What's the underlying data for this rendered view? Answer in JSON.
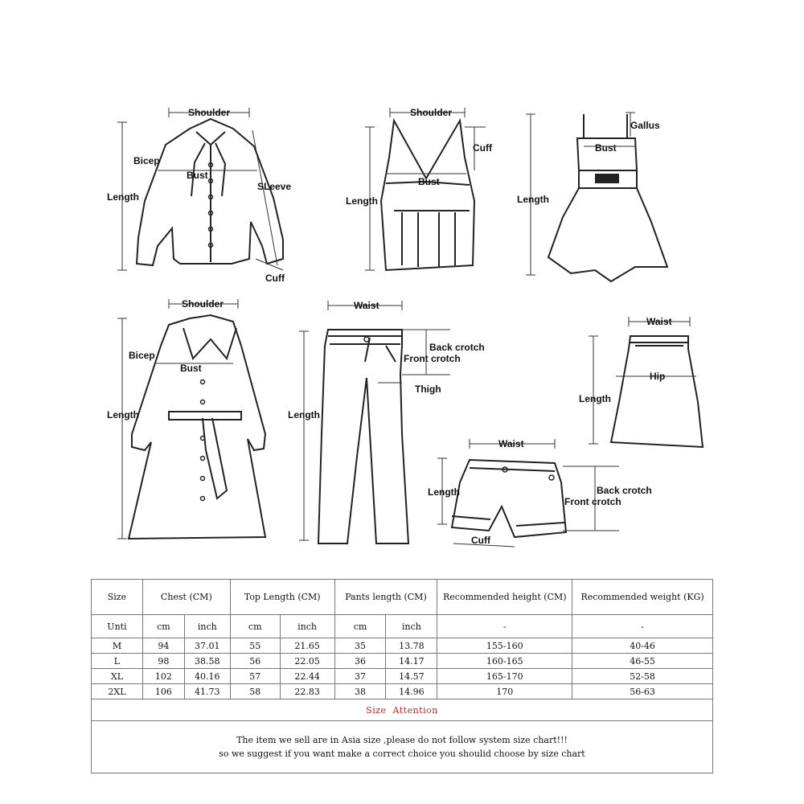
{
  "diagram_labels": {
    "shirt": {
      "shoulder": "Shoulder",
      "bicep": "Bicep",
      "bust": "Bust",
      "length": "Length",
      "sleeve": "SLeeve",
      "cuff": "Cuff"
    },
    "vest": {
      "shoulder": "Shoulder",
      "cuff": "Cuff",
      "bust": "Bust",
      "length": "Length"
    },
    "dress": {
      "gallus": "Gallus",
      "bust": "Bust",
      "length": "Length"
    },
    "coat": {
      "shoulder": "Shoulder",
      "bicep": "Bicep",
      "bust": "Bust",
      "length": "Length"
    },
    "pants": {
      "waist": "Waist",
      "back_crotch": "Back crotch",
      "front_crotch": "Front crotch",
      "thigh": "Thigh",
      "length": "Length"
    },
    "skirt": {
      "waist": "Waist",
      "hip": "Hip",
      "length": "Length"
    },
    "shorts": {
      "waist": "Waist",
      "length": "Length",
      "back_crotch": "Back crotch",
      "front_crotch": "Front crotch",
      "cuff": "Cuff"
    }
  },
  "table": {
    "headers": [
      "Size",
      "Chest (CM)",
      "Top Length (CM)",
      "Pants length (CM)",
      "Recommended height (CM)",
      "Recommended weight (KG)"
    ],
    "units": [
      "Unti",
      "cm",
      "inch",
      "cm",
      "inch",
      "cm",
      "inch",
      "-",
      "-"
    ],
    "rows": [
      [
        "M",
        "94",
        "37.01",
        "55",
        "21.65",
        "35",
        "13.78",
        "155-160",
        "40-46"
      ],
      [
        "L",
        "98",
        "38.58",
        "56",
        "22.05",
        "36",
        "14.17",
        "160-165",
        "46-55"
      ],
      [
        "XL",
        "102",
        "40.16",
        "57",
        "22.44",
        "37",
        "14.57",
        "165-170",
        "52-58"
      ],
      [
        "2XL",
        "106",
        "41.73",
        "58",
        "22.83",
        "38",
        "14.96",
        "170",
        "56-63"
      ]
    ],
    "attention": "Size  Attention",
    "notice_line1": "The item we sell are in Asia size ,please do not follow system size chart!!!",
    "notice_line2": "so we suggest if you want make a correct choice you shoulid choose by size chart"
  }
}
